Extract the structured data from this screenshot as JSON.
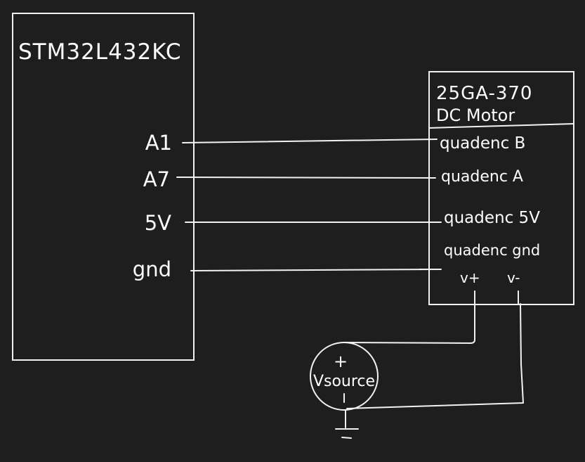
{
  "background": "#1e1e1e",
  "stroke_color": "#f2f2f2",
  "mcu": {
    "label": "STM32L432KC",
    "pins": {
      "a1": "A1",
      "a7": "A7",
      "v5": "5V",
      "gnd": "gnd"
    }
  },
  "motor": {
    "title_line1": "25GA-370",
    "title_line2": "DC Motor",
    "pins": {
      "quad_b": "quadenc B",
      "quad_a": "quadenc A",
      "quad_5v": "quadenc 5V",
      "quad_gnd": "quadenc gnd",
      "v_plus": "v+",
      "v_minus": "v-"
    }
  },
  "source": {
    "label": "Vsource",
    "plus": "+"
  }
}
